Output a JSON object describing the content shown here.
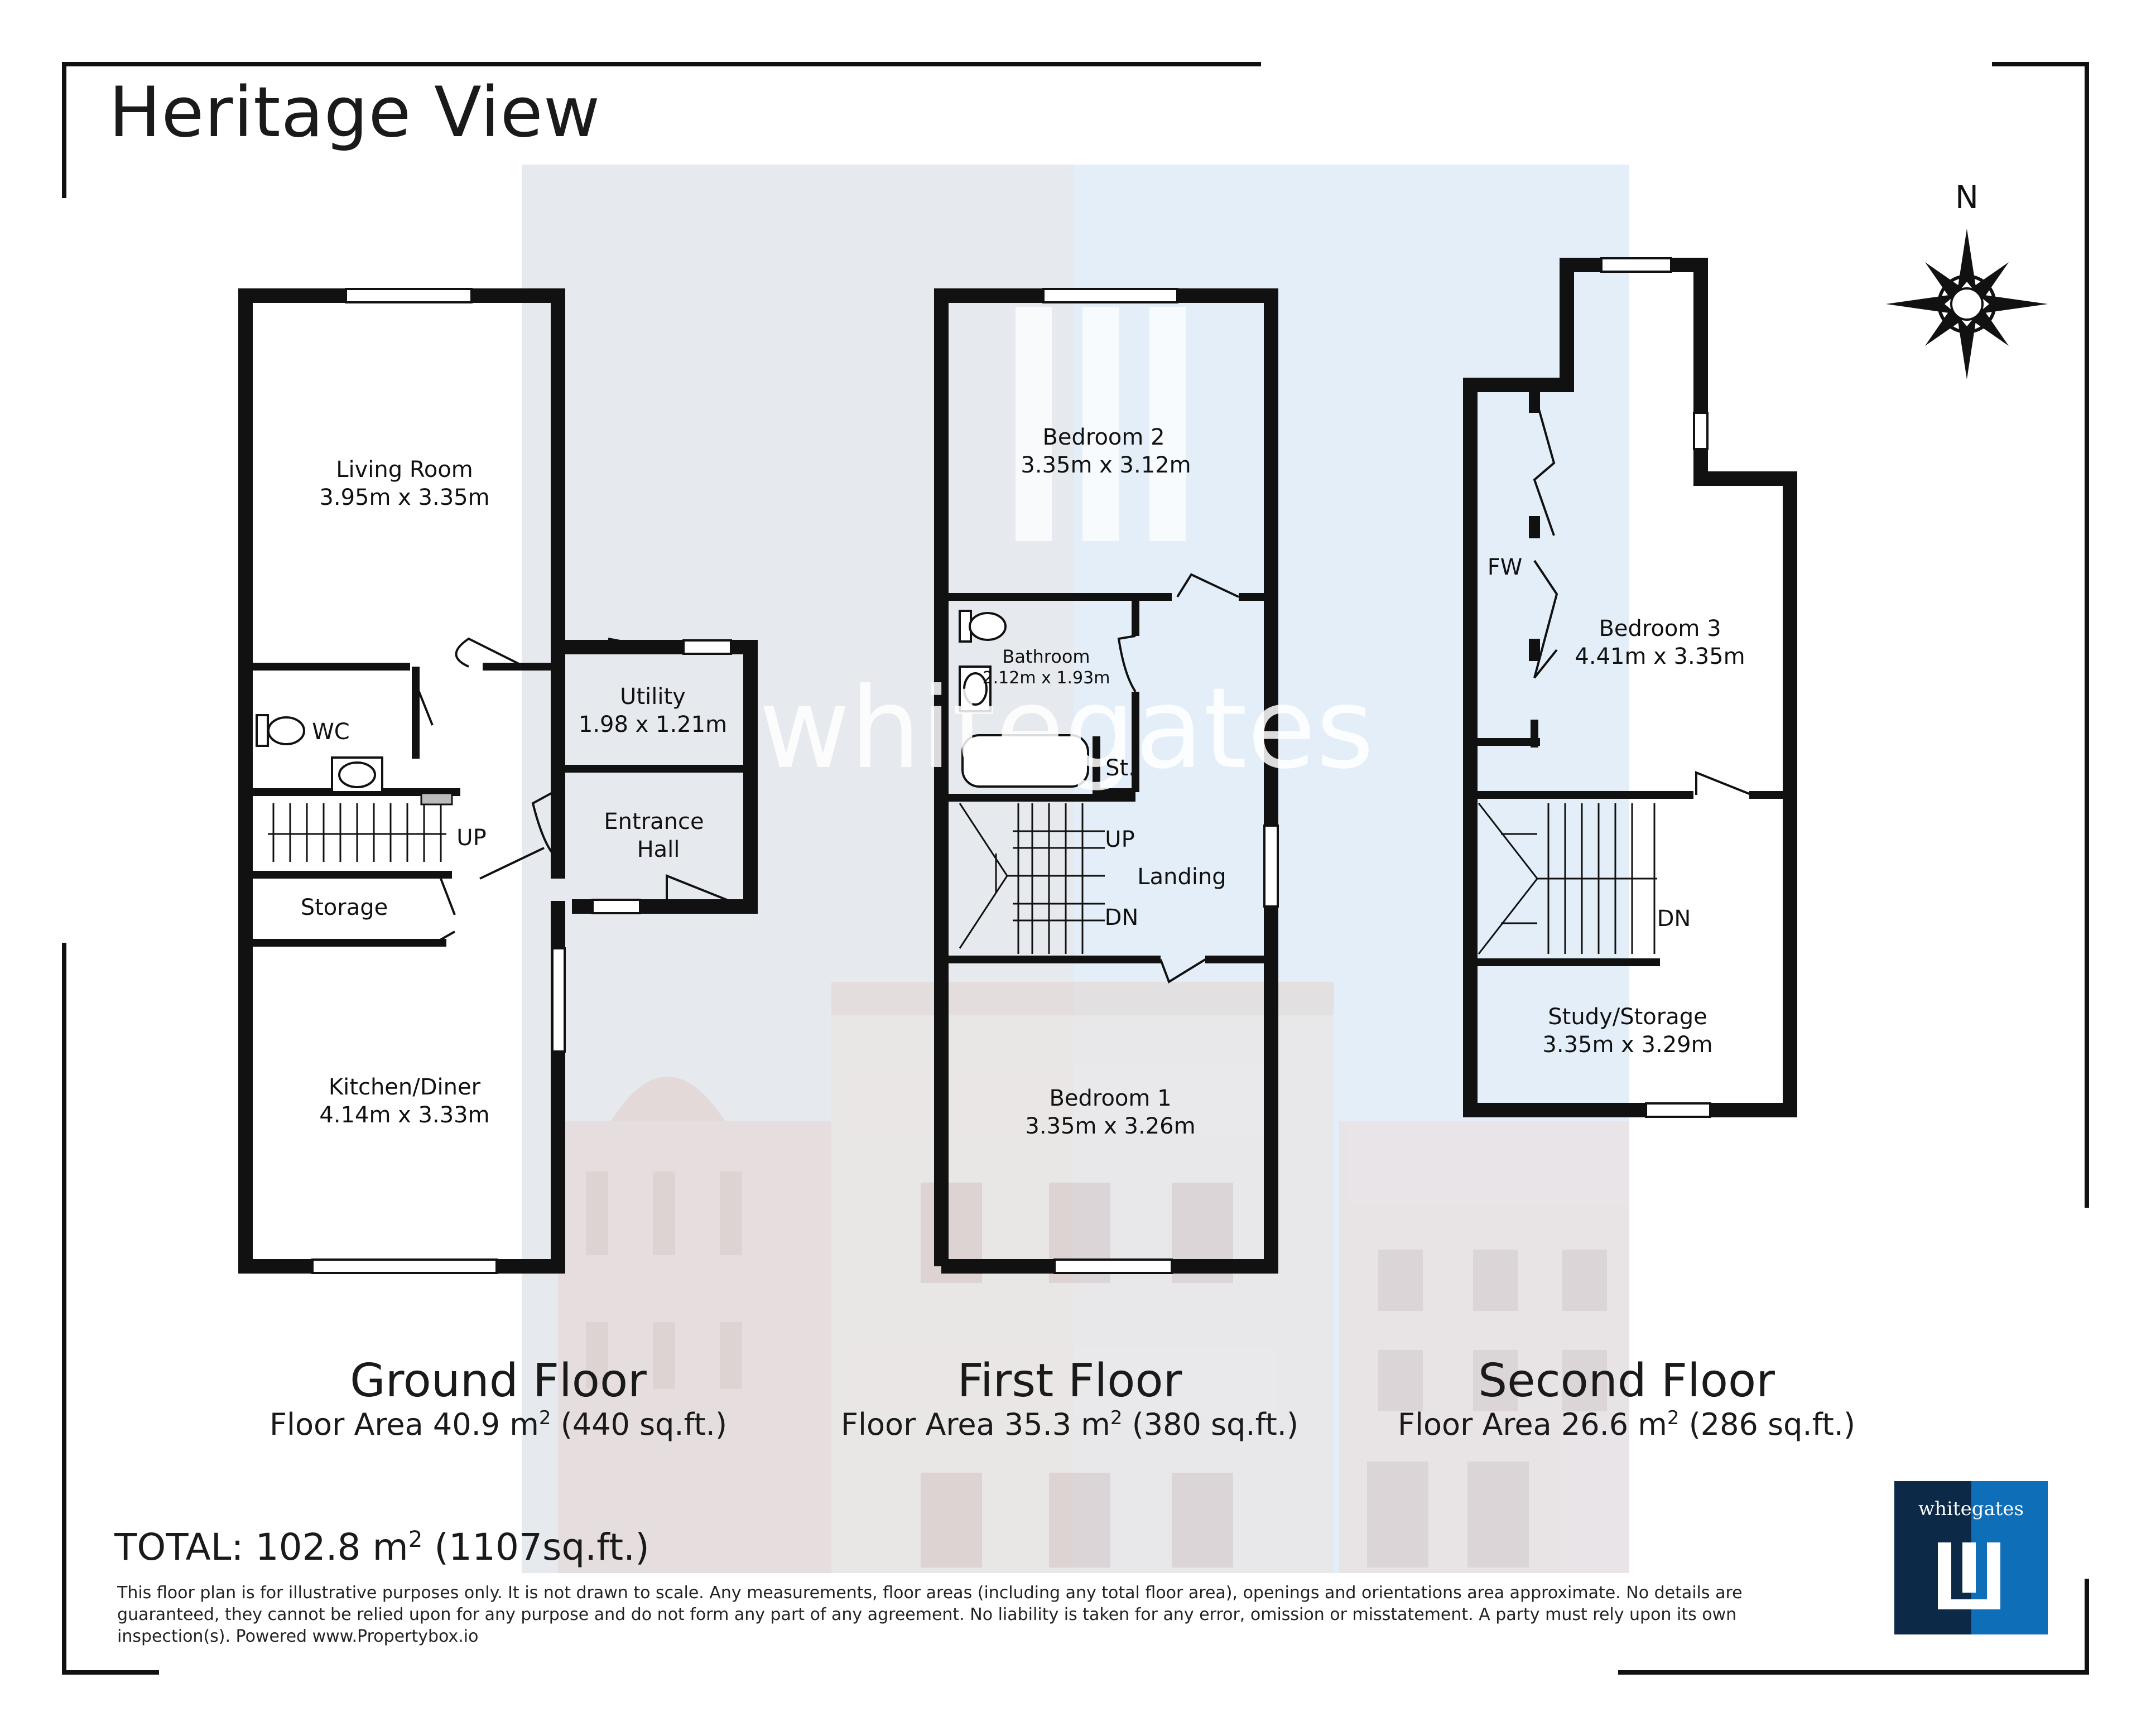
{
  "title": "Heritage View",
  "compass": {
    "label": "N"
  },
  "watermark": "whitegates",
  "brand": {
    "name": "whitegates",
    "colors": {
      "navy": "#0c2a47",
      "blue": "#0f6eb8"
    }
  },
  "floors": [
    {
      "name": "Ground Floor",
      "area_prefix": "Floor Area 40.9 m",
      "area_suffix": " (440 sq.ft.)",
      "rooms": [
        {
          "name": "Living Room",
          "dims": "3.95m x 3.35m"
        },
        {
          "name": "WC",
          "dims": ""
        },
        {
          "name": "Utility",
          "dims": "1.98 x 1.21m"
        },
        {
          "name": "Entrance",
          "dims": "Hall"
        },
        {
          "name": "Storage",
          "dims": ""
        },
        {
          "name": "Kitchen/Diner",
          "dims": "4.14m x 3.33m"
        }
      ],
      "stair_labels": [
        "UP"
      ]
    },
    {
      "name": "First Floor",
      "area_prefix": "Floor Area 35.3 m",
      "area_suffix": " (380 sq.ft.)",
      "rooms": [
        {
          "name": "Bedroom 2",
          "dims": "3.35m x 3.12m"
        },
        {
          "name": "Bathroom",
          "dims": "2.12m x 1.93m"
        },
        {
          "name": "St.",
          "dims": ""
        },
        {
          "name": "Landing",
          "dims": ""
        },
        {
          "name": "Bedroom 1",
          "dims": "3.35m x 3.26m"
        }
      ],
      "stair_labels": [
        "UP",
        "DN"
      ]
    },
    {
      "name": "Second Floor",
      "area_prefix": "Floor Area 26.6 m",
      "area_suffix": " (286 sq.ft.)",
      "rooms": [
        {
          "name": "FW",
          "dims": ""
        },
        {
          "name": "Bedroom 3",
          "dims": "4.41m x 3.35m"
        },
        {
          "name": "Study/Storage",
          "dims": "3.35m x 3.29m"
        }
      ],
      "stair_labels": [
        "DN"
      ]
    }
  ],
  "total": {
    "prefix": "TOTAL: 102.8 m",
    "suffix": " (1107sq.ft.)"
  },
  "superscript": "2",
  "disclaimer": "This floor plan is for illustrative purposes only. It is not drawn to scale. Any measurements, floor areas (including any total floor area), openings and orientations area approximate. No details are guaranteed, they cannot be relied upon for any purpose and do not form any part of any agreement. No liability is taken for any error, omission or misstatement. A party must rely upon its own inspection(s). Powered www.Propertybox.io"
}
